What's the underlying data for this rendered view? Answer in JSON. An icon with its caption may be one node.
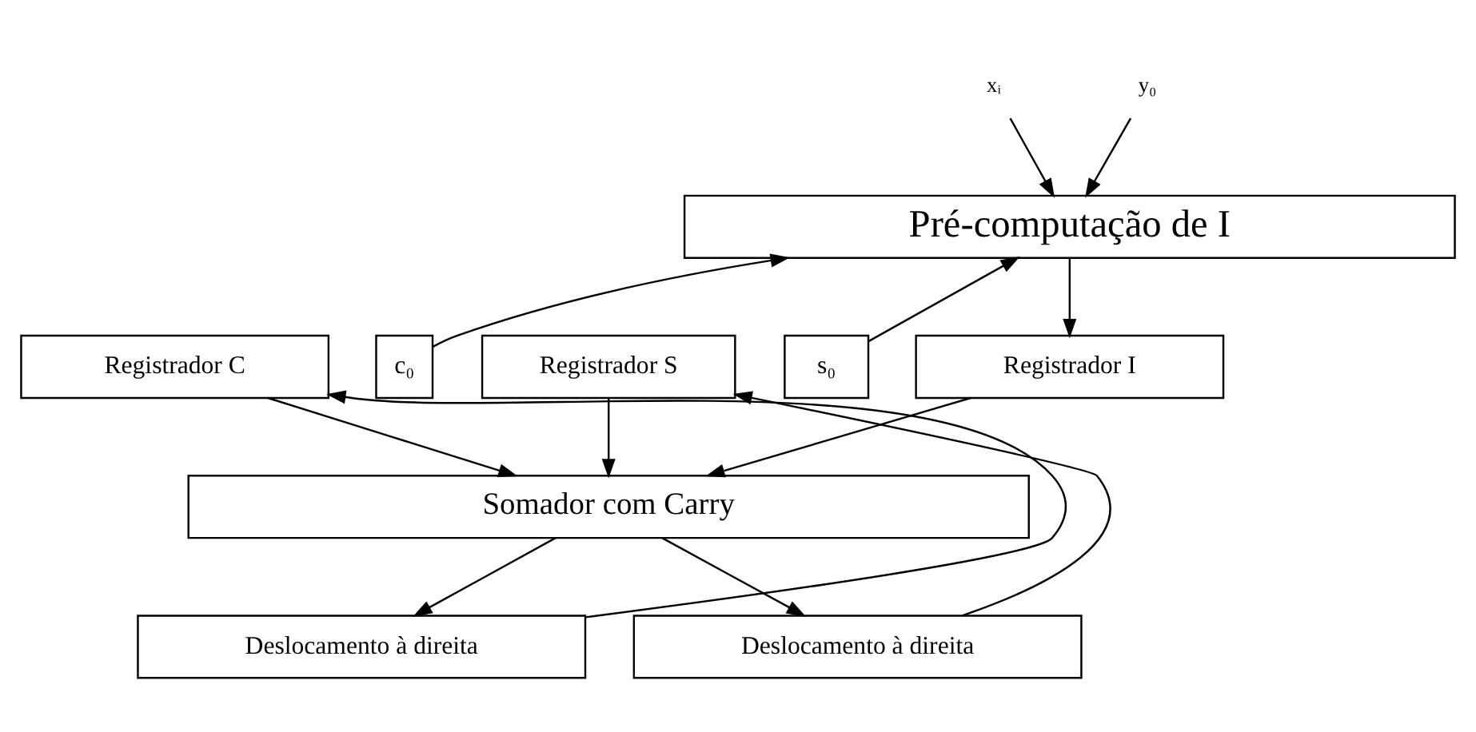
{
  "diagram": {
    "nodes": [
      {
        "text": [
          "xᵢ"
        ]
      },
      {
        "text": [
          "y₀"
        ]
      },
      {
        "text": [
          "Pré-computação de I"
        ]
      },
      {
        "text": [
          "Registrador C"
        ]
      },
      {
        "text": [
          "c₀"
        ]
      },
      {
        "text": [
          "Registrador S"
        ]
      },
      {
        "text": [
          "s₀"
        ]
      },
      {
        "text": [
          "Registrador I"
        ]
      },
      {
        "text": [
          "Somador com Carry"
        ]
      },
      {
        "text": [
          "Deslocamento à direita"
        ]
      },
      {
        "text": [
          "Deslocamento à direita"
        ]
      }
    ],
    "edges": [
      {
        "from": 0,
        "to": 2,
        "arrow": "to"
      },
      {
        "from": 1,
        "to": 2,
        "arrow": "to"
      },
      {
        "from": 4,
        "to": 2,
        "arrow": "to"
      },
      {
        "from": 6,
        "to": 2,
        "arrow": "to"
      },
      {
        "from": 2,
        "to": 7,
        "arrow": "to"
      },
      {
        "from": 3,
        "to": 8,
        "arrow": "to"
      },
      {
        "from": 5,
        "to": 8,
        "arrow": "to"
      },
      {
        "from": 7,
        "to": 8,
        "arrow": "to"
      },
      {
        "from": 8,
        "to": 9,
        "arrow": "to"
      },
      {
        "from": 8,
        "to": 10,
        "arrow": "to"
      },
      {
        "from": 9,
        "to": 3,
        "arrow": "to"
      },
      {
        "from": 10,
        "to": 5,
        "arrow": "to"
      }
    ]
  }
}
